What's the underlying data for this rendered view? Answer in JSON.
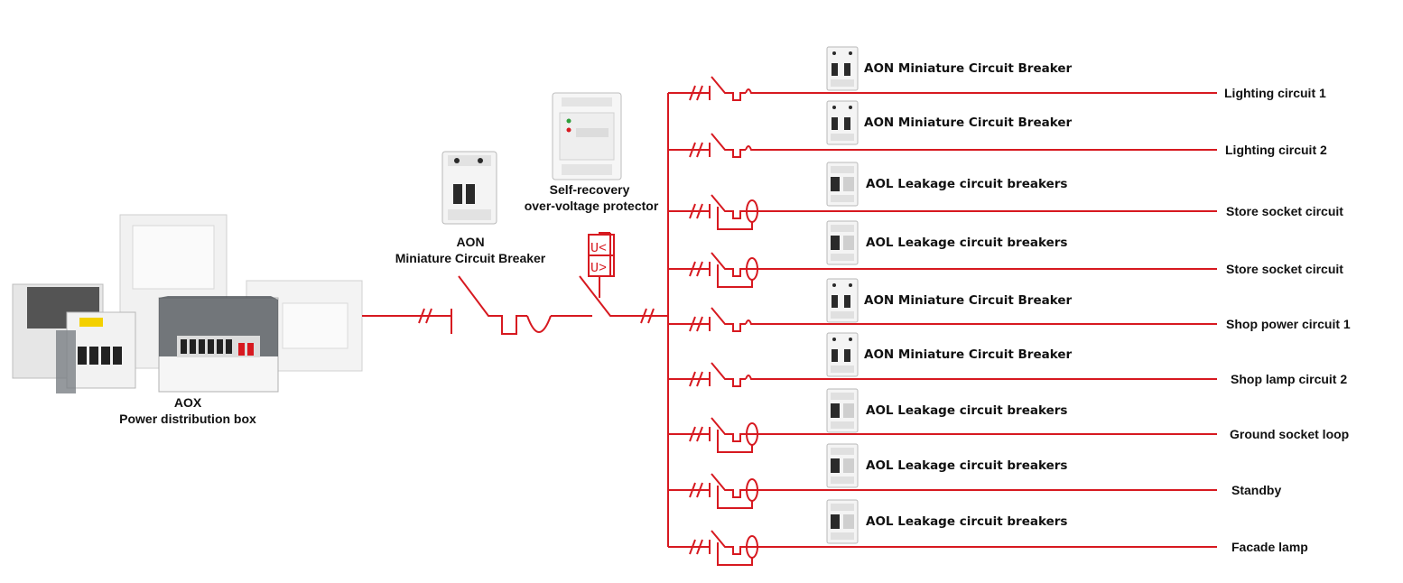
{
  "colors": {
    "wire": "#d71920",
    "text": "#111111"
  },
  "distribution_box": {
    "line1": "AOX",
    "line2": "Power distribution  box"
  },
  "main_breaker": {
    "line1": "AON",
    "line2": "Miniature Circuit Breaker"
  },
  "protector": {
    "line1": "Self-recovery",
    "line2": "over-voltage protector",
    "symbol_top": "U<",
    "symbol_bottom": "U>"
  },
  "branches": [
    {
      "device": "AON Miniature Circuit Breaker",
      "circuit": "Lighting circuit 1",
      "kind": "mcb"
    },
    {
      "device": "AON Miniature Circuit Breaker",
      "circuit": "Lighting circuit 2",
      "kind": "mcb"
    },
    {
      "device": "AOL Leakage circuit breakers",
      "circuit": "Store socket circuit",
      "kind": "rcbo"
    },
    {
      "device": "AOL Leakage circuit breakers",
      "circuit": "Store socket circuit",
      "kind": "rcbo"
    },
    {
      "device": "AON Miniature Circuit Breaker",
      "circuit": "Shop power circuit 1",
      "kind": "mcb"
    },
    {
      "device": "AON Miniature Circuit Breaker",
      "circuit": "Shop lamp circuit 2",
      "kind": "mcb"
    },
    {
      "device": "AOL Leakage circuit breakers",
      "circuit": "Ground socket loop",
      "kind": "rcbo"
    },
    {
      "device": "AOL Leakage circuit breakers",
      "circuit": "Standby",
      "kind": "rcbo"
    },
    {
      "device": "AOL Leakage circuit breakers",
      "circuit": "Facade lamp",
      "kind": "rcbo"
    }
  ]
}
